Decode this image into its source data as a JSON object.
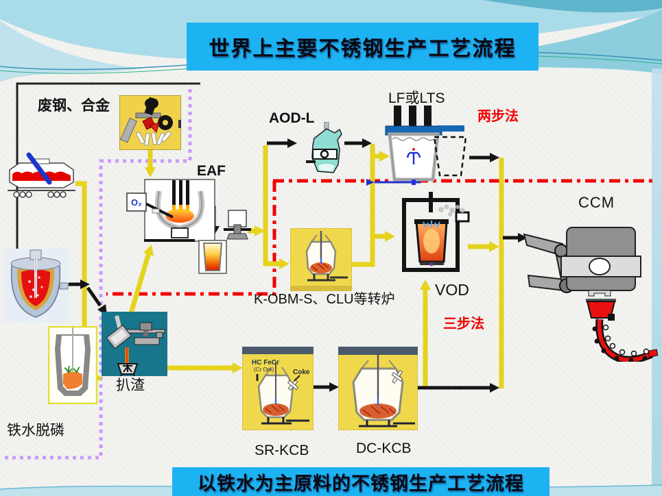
{
  "slide": {
    "title": "世界上主要不锈钢生产工艺流程",
    "footer": "以铁水为主原料的不锈钢生产工艺流程"
  },
  "labels": {
    "scrap_alloy": "废钢、合金",
    "eaf": "EAF",
    "aod_l": "AOD-L",
    "lf_lts": "LF或LTS",
    "two_step": "两步法",
    "ccm": "CCM",
    "kobm_clu": "K-OBM-S、CLU等转炉",
    "vod": "VOD",
    "three_step": "三步法",
    "slag_skimming": "扒渣",
    "hot_metal_dephos": "铁水脱磷",
    "sr_kcb": "SR-KCB",
    "dc_kcb": "DC-KCB"
  },
  "annotations": {
    "o2": "O₂",
    "hc_fecr": "HC FeCr",
    "cr_ore": "(Cr Ore)",
    "coke": "Coke"
  },
  "colors": {
    "banner_blue": "#1db2f2",
    "flow_yellow": "#e5d31d",
    "route_red": "#f20000",
    "boundary_purple": "#cc99ff",
    "aod_teal": "#8fdcd2",
    "slag_box_teal": "#17768c",
    "equipment_box_yellow": "#f0d84c",
    "molten_orange": "#e06028"
  }
}
